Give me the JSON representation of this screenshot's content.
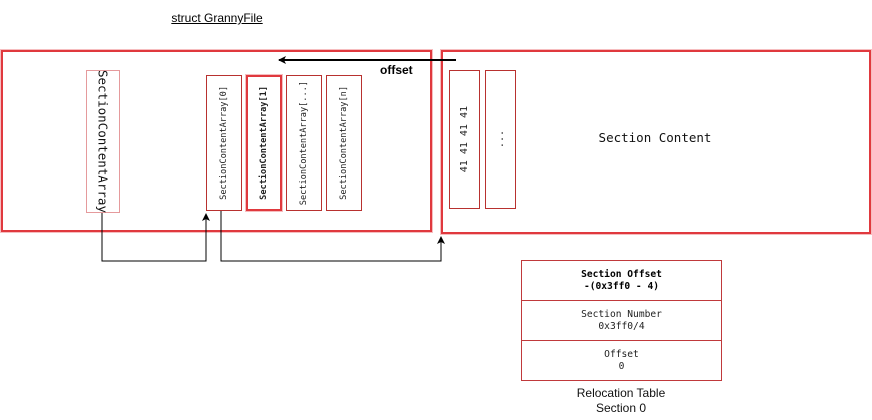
{
  "diagram": {
    "title": "struct GrannyFile",
    "colors": {
      "box_border": "#e0393e",
      "inner_border": "#b8312f",
      "table_border": "#c0393b",
      "arrow": "#000000",
      "background": "#ffffff"
    },
    "granny_file_box": {
      "section_content_array": "SectionContentArray",
      "items": [
        {
          "label": "SectionContentArray[0]",
          "highlighted": false
        },
        {
          "label": "SectionContentArray[1]",
          "highlighted": true
        },
        {
          "label": "SectionContentArray[...]",
          "highlighted": false
        },
        {
          "label": "SectionContentArray[n]",
          "highlighted": false
        }
      ]
    },
    "offset_arrow": {
      "label": "offset"
    },
    "section_content_box": {
      "label": "Section Content",
      "cells": [
        {
          "label": "41 41 41 41"
        },
        {
          "label": "..."
        }
      ]
    },
    "relocation_table": {
      "rows": [
        {
          "line1": "Section Offset",
          "line2": "-(0x3ff0 - 4)",
          "bold": true
        },
        {
          "line1": "Section Number",
          "line2": "0x3ff0/4",
          "bold": false
        },
        {
          "line1": "Offset",
          "line2": "0",
          "bold": false
        }
      ],
      "caption_line1": "Relocation Table",
      "caption_line2": "Section 0"
    }
  }
}
